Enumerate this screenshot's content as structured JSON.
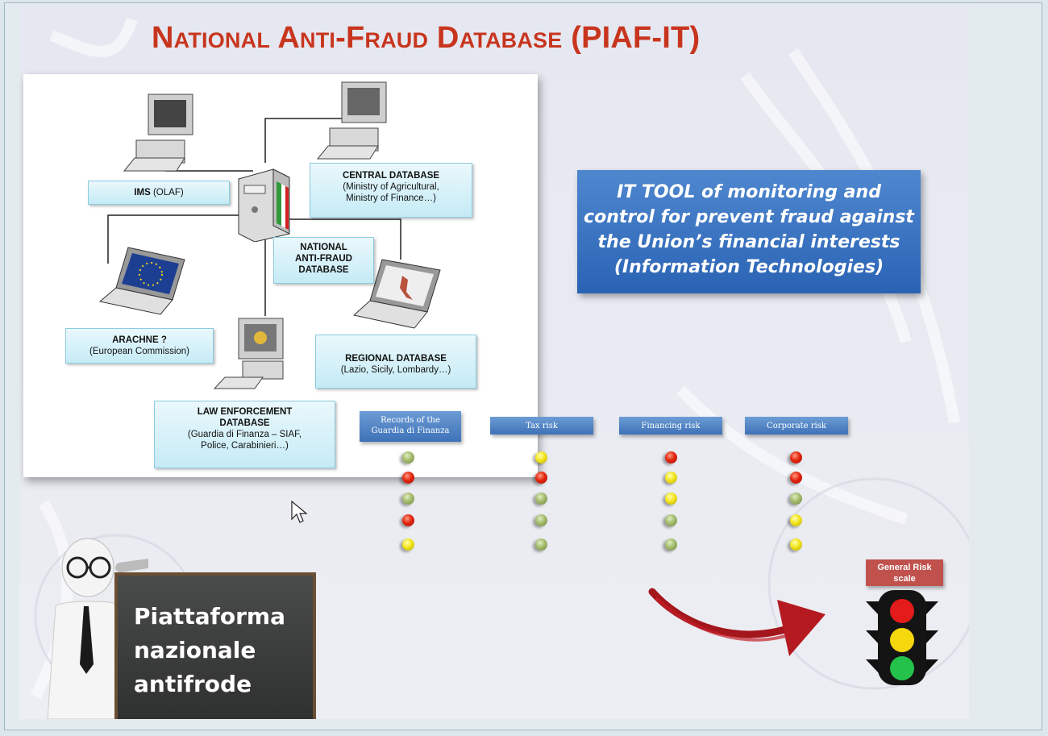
{
  "title": "National Anti-Fraud Database (PIAF-IT)",
  "network": {
    "ims": {
      "label_bold": "IMS",
      "label_rest": " (OLAF)"
    },
    "central": {
      "line1": "CENTRAL DATABASE",
      "line2": "(Ministry of Agricultural,",
      "line3": "Ministry of Finance…)"
    },
    "national": {
      "line1": "NATIONAL",
      "line2": "ANTI-FRAUD",
      "line3": "DATABASE"
    },
    "arachne": {
      "line1": "ARACHNE ?",
      "line2": "(European Commission)"
    },
    "regional": {
      "line1": "REGIONAL DATABASE",
      "line2": "(Lazio, Sicily, Lombardy…)"
    },
    "law": {
      "line1": "LAW ENFORCEMENT",
      "line2": "DATABASE",
      "line3": "(Guardia di Finanza – SIAF,",
      "line4": "Police, Carabinieri…)"
    }
  },
  "it_tool": {
    "line1": "IT TOOL of monitoring and",
    "line2": "control for prevent fraud against",
    "line3": "the Union’s financial interests",
    "line4": "(Information Technologies)"
  },
  "risk_columns": [
    {
      "label_line1": "Records of the",
      "label_line2": "Guardia di Finanza",
      "dots": [
        "green",
        "red",
        "green",
        "red",
        "yellow"
      ]
    },
    {
      "label_line1": "Tax risk",
      "label_line2": "",
      "dots": [
        "yellow",
        "red",
        "green",
        "green",
        "green"
      ]
    },
    {
      "label_line1": "Financing risk",
      "label_line2": "",
      "dots": [
        "red",
        "yellow",
        "yellow",
        "green",
        "green"
      ]
    },
    {
      "label_line1": "Corporate risk",
      "label_line2": "",
      "dots": [
        "red",
        "red",
        "green",
        "yellow",
        "yellow"
      ]
    }
  ],
  "general_risk": {
    "line1": "General Risk",
    "line2": "scale"
  },
  "chalkboard": {
    "line1": "Piattaforma",
    "line2": "nazionale",
    "line3": "antifrode"
  },
  "colors": {
    "title": "#c8351e",
    "it_tool_bg": "#2a63b4",
    "risk_header": "#3e72b8",
    "grs_bg": "#c0514d",
    "red": "#e3240e",
    "yellow": "#f2e418",
    "green": "#a3ba6c"
  }
}
